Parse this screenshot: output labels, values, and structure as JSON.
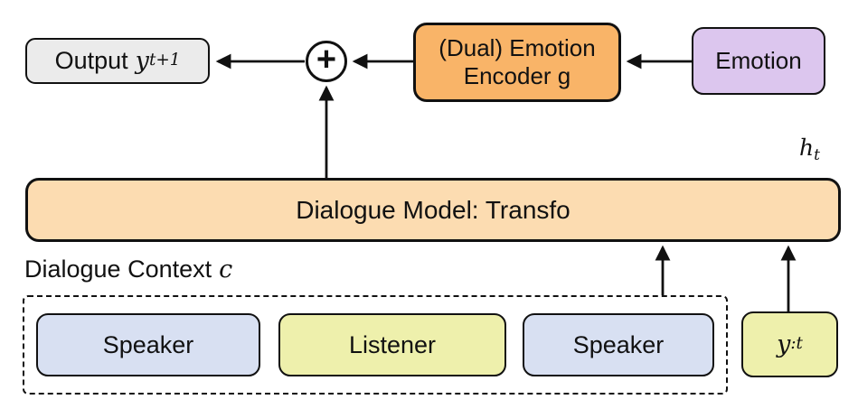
{
  "diagram": {
    "output_box": {
      "label": "Output",
      "var": "y",
      "sub": "t+1"
    },
    "plus": "+",
    "encoder_box": {
      "line1": "(Dual) Emotion",
      "line2": "Encoder g"
    },
    "emotion_box": {
      "label": "Emotion"
    },
    "hidden_state": {
      "var": "h",
      "sub": "t"
    },
    "dialogue_model_box": {
      "label": "Dialogue Model: Transfo"
    },
    "context_label": {
      "label": "Dialogue Context",
      "var": "c"
    },
    "context_items": [
      {
        "label": "Speaker"
      },
      {
        "label": "Listener"
      },
      {
        "label": "Speaker"
      }
    ],
    "yt_box": {
      "var": "y",
      "sub": ":t"
    },
    "colors": {
      "output_fill": "#ebebeb",
      "encoder_fill": "#f9b468",
      "emotion_fill": "#dcc6ee",
      "dialogue_model_fill": "#fcdcb1",
      "speaker_fill": "#d8e0f2",
      "listener_fill": "#eef0ac",
      "yt_fill": "#eef0ac",
      "line_color": "#111111",
      "background": "#ffffff"
    }
  }
}
